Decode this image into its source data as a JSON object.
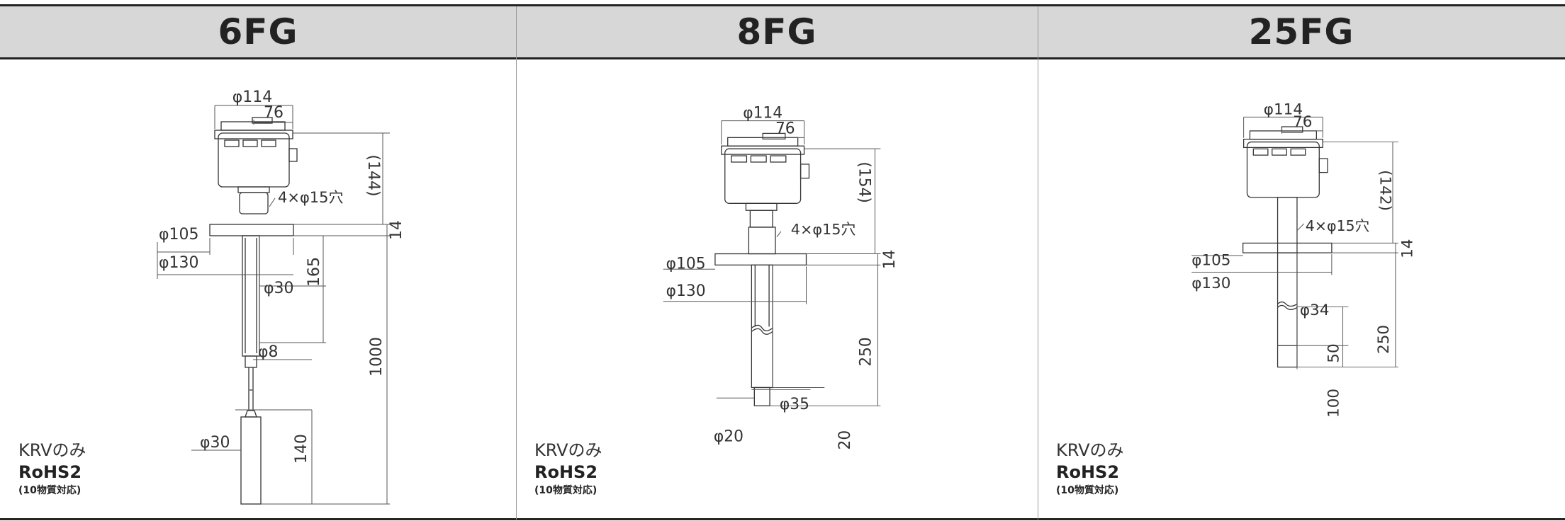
{
  "columns": [
    {
      "title": "6FG",
      "note_krv": "KRVのみ",
      "note_rohs": "RoHS2",
      "note_rohs_sub": "(10物質対応)",
      "dims": {
        "head_dia": "φ114",
        "head_offset": "76",
        "head_height": "(144)",
        "holes": "4×φ15穴",
        "flange_thk": "14",
        "pcd": "φ105",
        "flange_dia": "φ130",
        "rod_len": "165",
        "rod_dia": "φ30",
        "wire_dia": "φ8",
        "total": "1000",
        "weight_dia": "φ30",
        "weight_len": "140"
      }
    },
    {
      "title": "8FG",
      "note_krv": "KRVのみ",
      "note_rohs": "RoHS2",
      "note_rohs_sub": "(10物質対応)",
      "dims": {
        "head_dia": "φ114",
        "head_offset": "76",
        "head_height": "(154)",
        "holes": "4×φ15穴",
        "flange_thk": "14",
        "pcd": "φ105",
        "flange_dia": "φ130",
        "probe_len": "250",
        "probe_dia": "φ35",
        "tip_dia": "φ20",
        "tip_len": "20"
      }
    },
    {
      "title": "25FG",
      "note_krv": "KRVのみ",
      "note_rohs": "RoHS2",
      "note_rohs_sub": "(10物質対応)",
      "dims": {
        "head_dia": "φ114",
        "head_offset": "76",
        "head_height": "(142)",
        "holes": "4×φ15穴",
        "flange_thk": "14",
        "pcd": "φ105",
        "flange_dia": "φ130",
        "probe_dia": "φ34",
        "probe_len": "250",
        "seg1_len": "50",
        "seg2_len": "100"
      }
    }
  ]
}
